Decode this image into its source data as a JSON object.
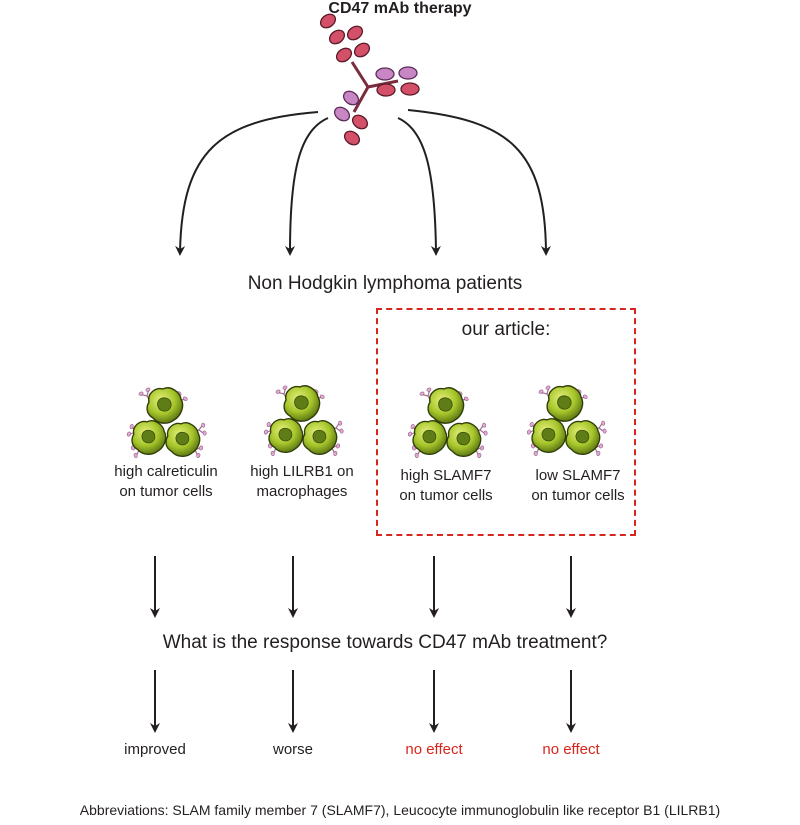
{
  "title": "CD47 mAb therapy",
  "group_title": "Non Hodgkin lymphoma patients",
  "highlight_label": "our article:",
  "conditions": [
    {
      "line1": "high calreticulin",
      "line2": "on tumor cells"
    },
    {
      "line1": "high LILRB1 on",
      "line2": "macrophages"
    },
    {
      "line1": "high SLAMF7",
      "line2": "on tumor cells"
    },
    {
      "line1": "low SLAMF7",
      "line2": "on tumor cells"
    }
  ],
  "question": "What is the response towards CD47 mAb treatment?",
  "outcomes": [
    "improved",
    "worse",
    "no effect",
    "no effect"
  ],
  "footnote": "Abbreviations: SLAM family member 7 (SLAMF7), Leucocyte immunoglobulin like receptor B1 (LILRB1)",
  "colors": {
    "antibody_red": "#d35068",
    "antibody_purple": "#c986c4",
    "tumor_cell": "#a6c52a",
    "highlight": "#d7261e"
  }
}
